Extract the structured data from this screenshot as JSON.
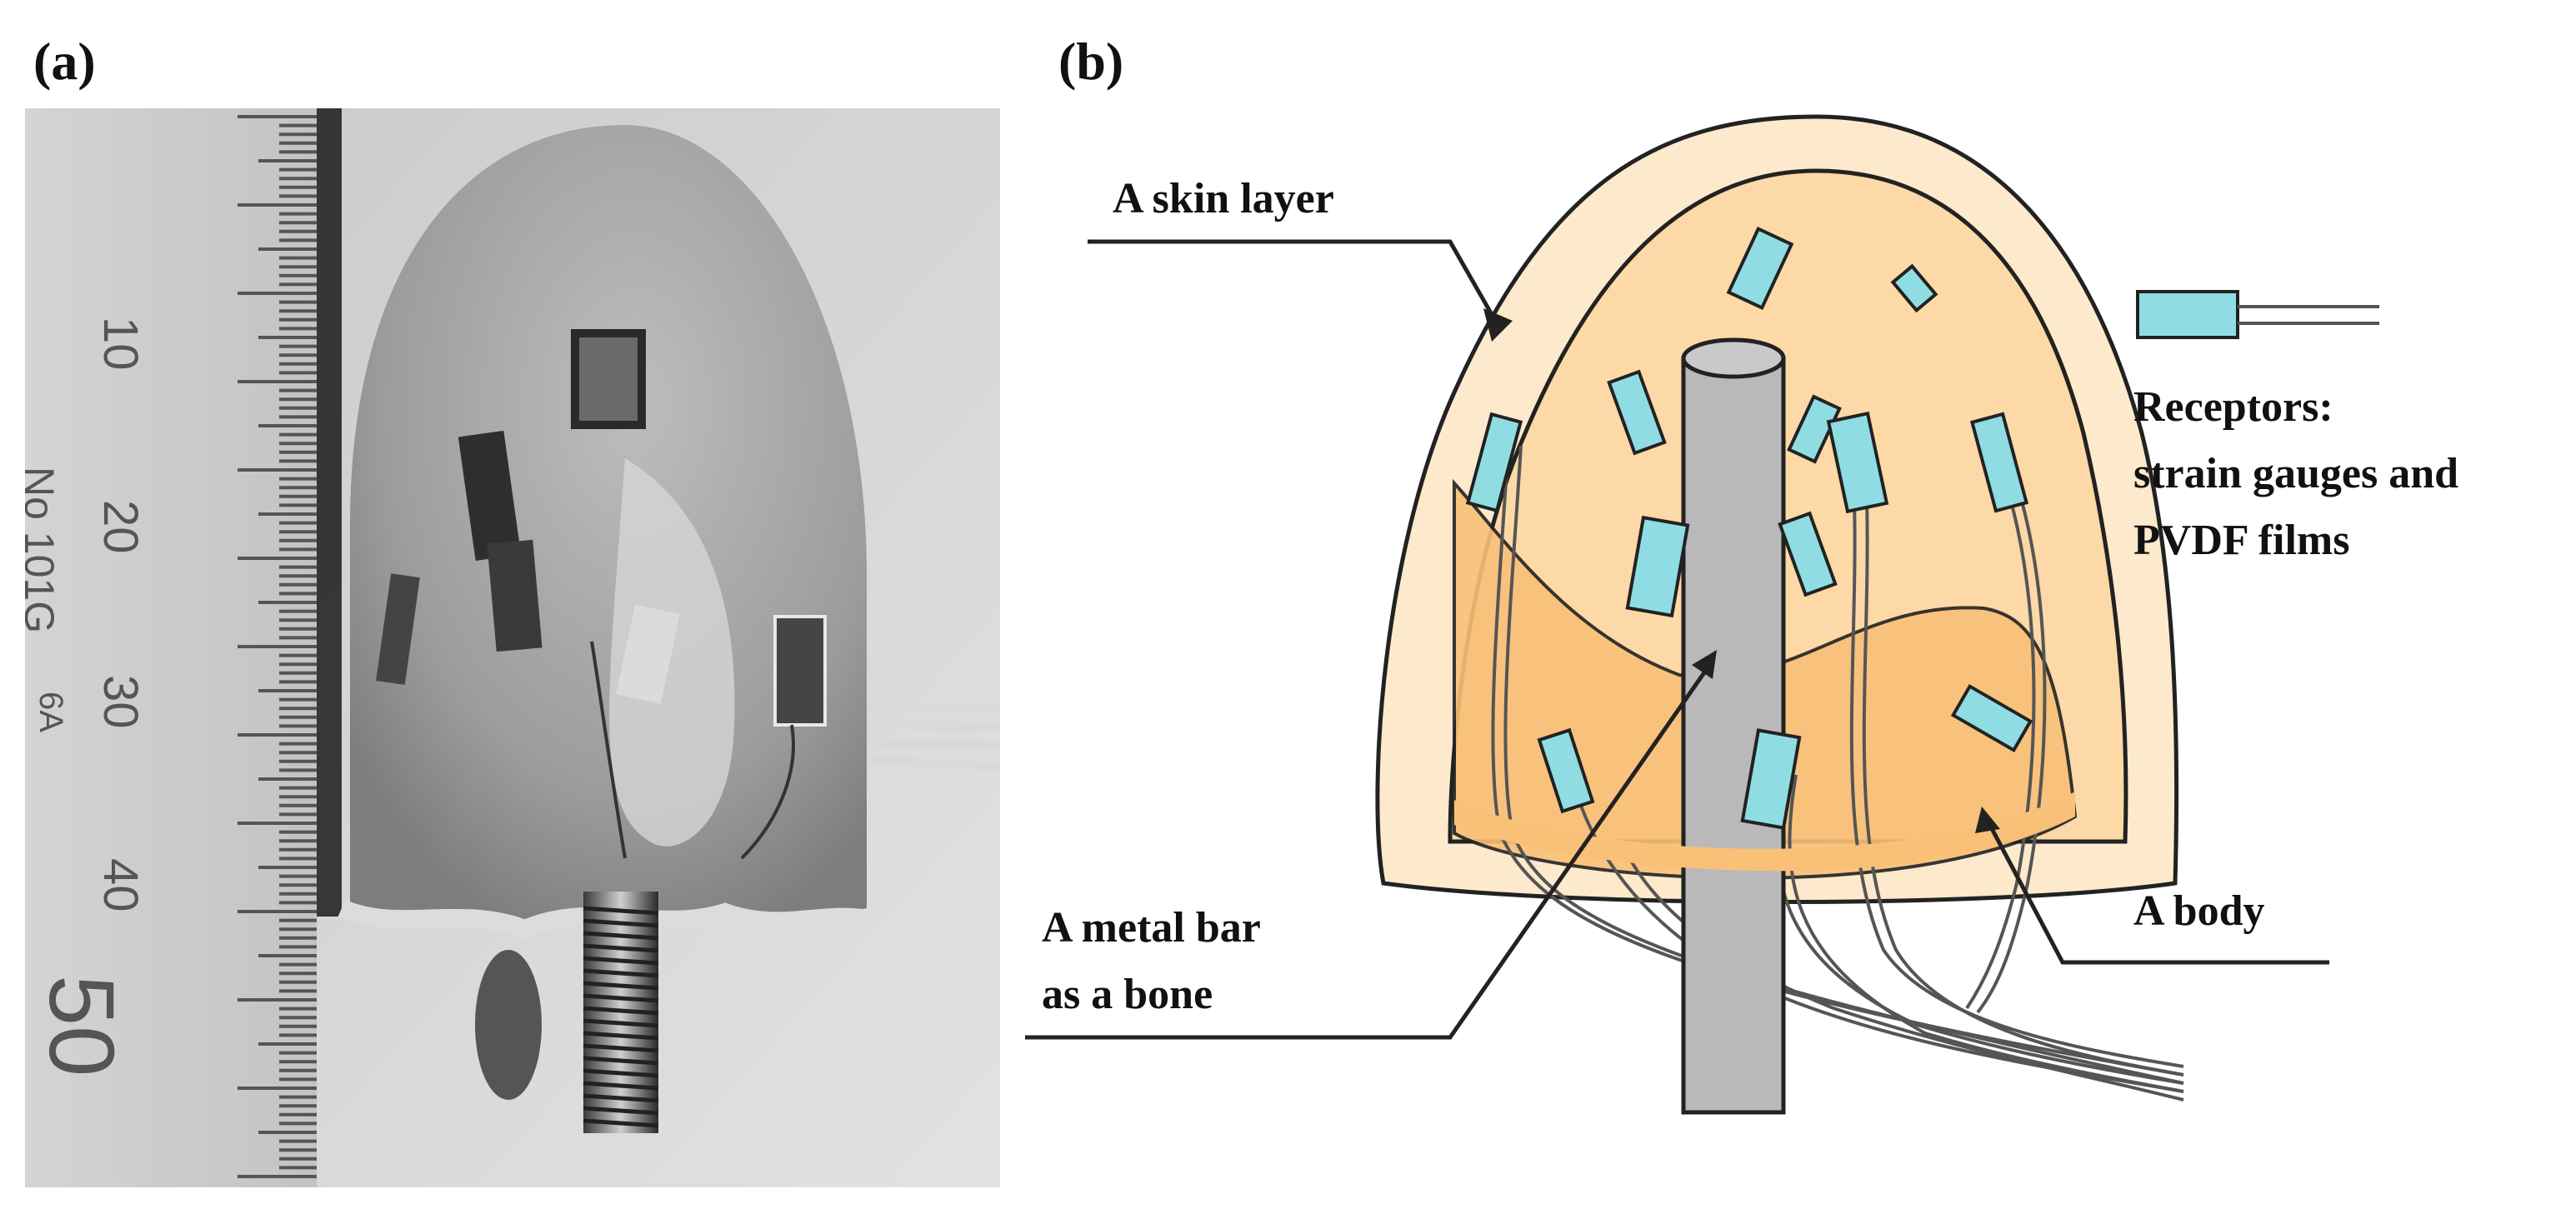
{
  "panels": {
    "a_label": "(a)",
    "b_label": "(b)"
  },
  "photo": {
    "ruler_numbers": [
      "10",
      "20",
      "30",
      "40",
      "50"
    ],
    "ruler_stamp": [
      "No 101G",
      "6A"
    ]
  },
  "diagram": {
    "skin_label": "A skin layer",
    "receptors_line1": "Receptors:",
    "receptors_line2": "strain gauges and",
    "receptors_line3": "PVDF films",
    "bone_line1": "A metal bar",
    "bone_line2": "as a bone",
    "body_label": "A body"
  },
  "colors": {
    "skin_outer": "#fde9cc",
    "skin_inner": "#fcd9a6",
    "body": "#f9c078",
    "receptor": "#8fdde3",
    "bone": "#b9b9b9",
    "outline": "#222222"
  }
}
